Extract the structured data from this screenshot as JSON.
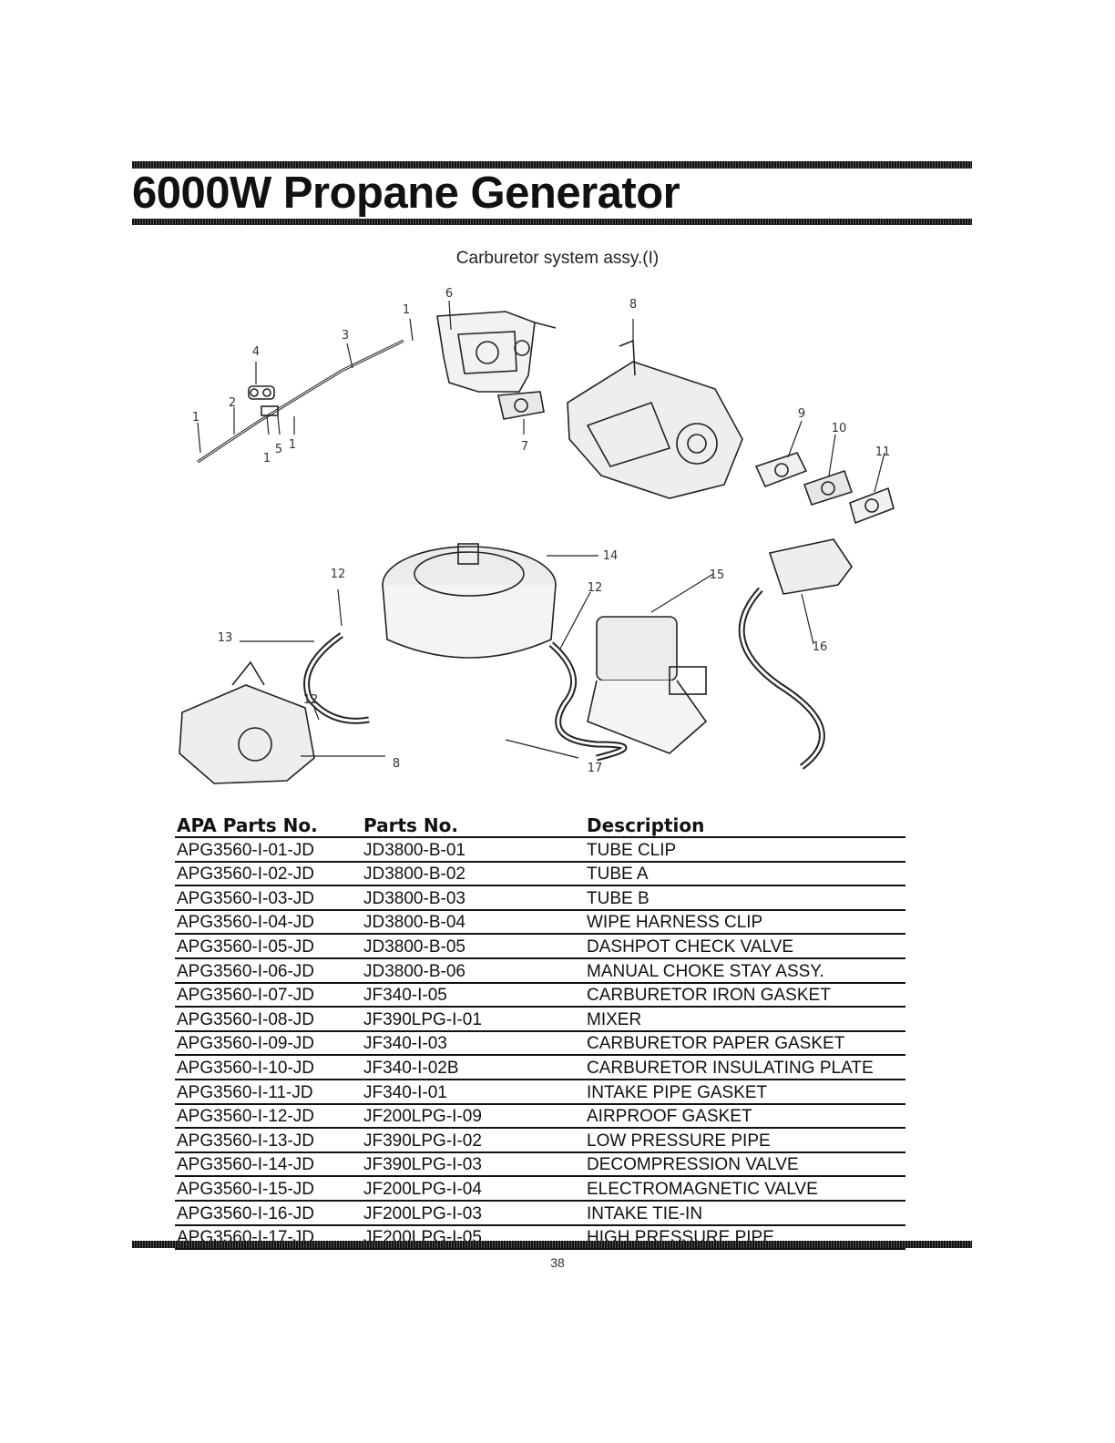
{
  "document": {
    "title": "6000W Propane Generator",
    "subtitle": "Carburetor system assy.(I)",
    "page_number": "38"
  },
  "diagram": {
    "callouts": [
      "1",
      "6",
      "8",
      "4",
      "3",
      "2",
      "1",
      "1",
      "5",
      "1",
      "7",
      "9",
      "10",
      "11",
      "12",
      "14",
      "12",
      "15",
      "13",
      "16",
      "12",
      "8",
      "17"
    ]
  },
  "table": {
    "headers": [
      "APA Parts No.",
      "Parts No.",
      "Description"
    ],
    "rows": [
      [
        "APG3560-I-01-JD",
        "JD3800-B-01",
        "TUBE CLIP"
      ],
      [
        "APG3560-I-02-JD",
        "JD3800-B-02",
        "TUBE A"
      ],
      [
        "APG3560-I-03-JD",
        "JD3800-B-03",
        "TUBE B"
      ],
      [
        "APG3560-I-04-JD",
        "JD3800-B-04",
        "WIPE HARNESS CLIP"
      ],
      [
        "APG3560-I-05-JD",
        "JD3800-B-05",
        "DASHPOT CHECK VALVE"
      ],
      [
        "APG3560-I-06-JD",
        "JD3800-B-06",
        "MANUAL CHOKE STAY ASSY."
      ],
      [
        "APG3560-I-07-JD",
        "JF340-I-05",
        "CARBURETOR IRON GASKET"
      ],
      [
        "APG3560-I-08-JD",
        "JF390LPG-I-01",
        "MIXER"
      ],
      [
        "APG3560-I-09-JD",
        "JF340-I-03",
        "CARBURETOR PAPER GASKET"
      ],
      [
        "APG3560-I-10-JD",
        "JF340-I-02B",
        "CARBURETOR INSULATING PLATE"
      ],
      [
        "APG3560-I-11-JD",
        "JF340-I-01",
        "INTAKE PIPE GASKET"
      ],
      [
        "APG3560-I-12-JD",
        "JF200LPG-I-09",
        "AIRPROOF GASKET"
      ],
      [
        "APG3560-I-13-JD",
        "JF390LPG-I-02",
        "LOW PRESSURE PIPE"
      ],
      [
        "APG3560-I-14-JD",
        "JF390LPG-I-03",
        "DECOMPRESSION VALVE"
      ],
      [
        "APG3560-I-15-JD",
        "JF200LPG-I-04",
        "ELECTROMAGNETIC VALVE"
      ],
      [
        "APG3560-I-16-JD",
        "JF200LPG-I-03",
        "INTAKE TIE-IN"
      ],
      [
        "APG3560-I-17-JD",
        "JF200LPG-I-05",
        "HIGH PRESSURE PIPE"
      ]
    ]
  }
}
